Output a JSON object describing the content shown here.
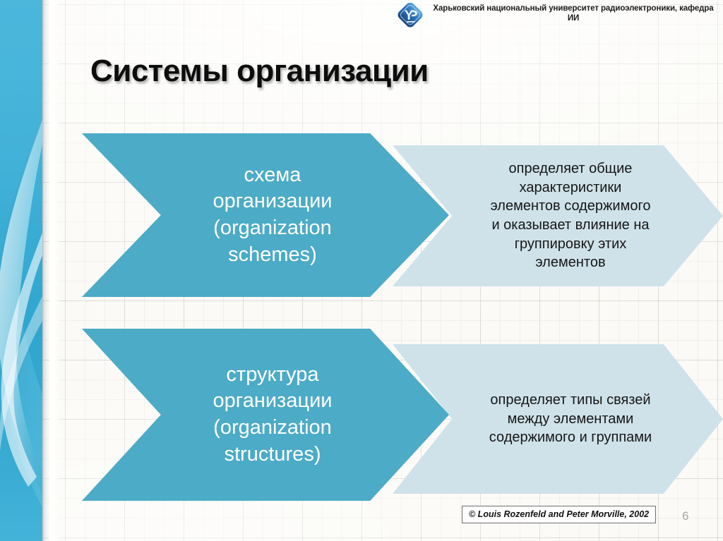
{
  "header": {
    "logo_icon": "university-diamond-logo-icon",
    "organization": "Харьковский национальный университет радиоэлектроники, кафедра ИИ"
  },
  "title": "Системы организации",
  "rows": [
    {
      "term": "схема\nорганизации\n(organization\nschemes)",
      "description": "определяет общие\nхарактеристики\nэлементов содержимого\nи оказывает влияние на\nгруппировку этих\nэлементов"
    },
    {
      "term": "структура\nорганизации\n(organization\nstructures)",
      "description": "определяет типы связей\nмежду элементами\nсодержимого и группами"
    }
  ],
  "footer": {
    "citation": "© Louis Rozenfeld and Peter Morville, 2002",
    "page_number": "6"
  },
  "colors": {
    "chevron_dark": "#4cabc6",
    "chevron_light": "#cfe2ea",
    "side_band": "#43b2d8",
    "title_text": "#0d0d0d",
    "page_background": "#fbfaf6"
  }
}
